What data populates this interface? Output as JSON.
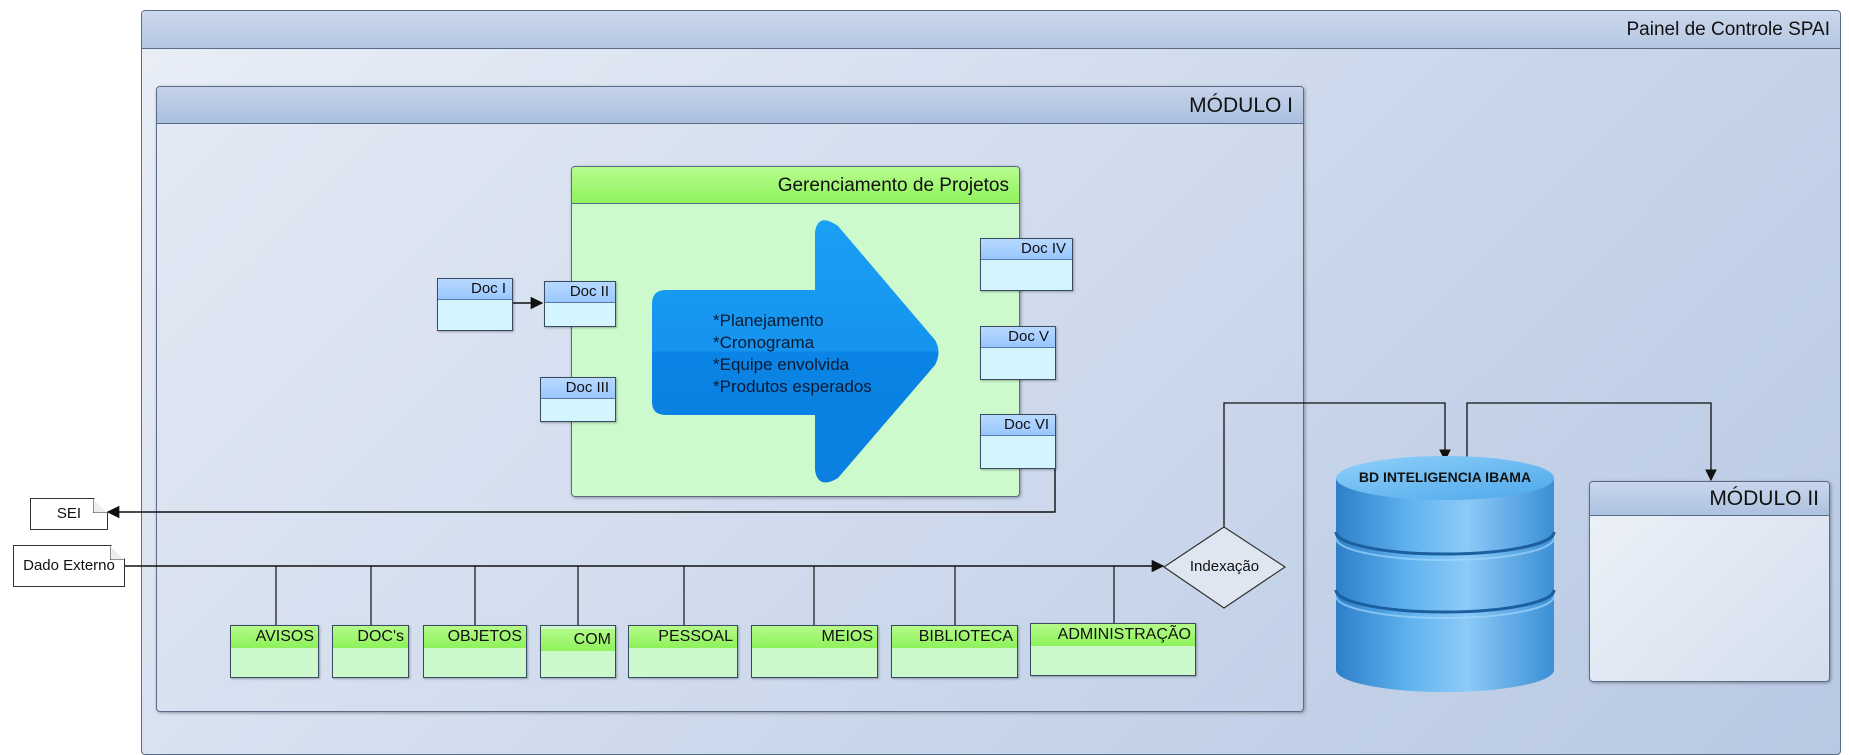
{
  "panel_title": "Painel de Controle SPAI",
  "module1": {
    "title": "MÓDULO I"
  },
  "module2": {
    "title": "MÓDULO II"
  },
  "project_mgmt": {
    "title": "Gerenciamento de Projetos",
    "items": [
      "*Planejamento",
      "*Cronograma",
      "*Equipe envolvida",
      "*Produtos esperados"
    ]
  },
  "docs": [
    "Doc I",
    "Doc II",
    "Doc III",
    "Doc IV",
    "Doc V",
    "Doc VI"
  ],
  "external": {
    "sei": "SEI",
    "dado_externo": "Dado Externo"
  },
  "indexing": "Indexação",
  "database": "BD INTELIGENCIA IBAMA",
  "modules": [
    "AVISOS",
    "DOC's",
    "OBJETOS",
    "COM",
    "PESSOAL",
    "MEIOS",
    "BIBLIOTECA",
    "ADMINISTRAÇÃO"
  ],
  "colors": {
    "panel_header": "#b5c7e2",
    "green_header": "#8ff35c",
    "green_body": "#ccfacc",
    "doc_header": "#99c7ff",
    "doc_body": "#d4f5fd",
    "arrow": "#1592f0",
    "database": "#4aa3e4"
  }
}
